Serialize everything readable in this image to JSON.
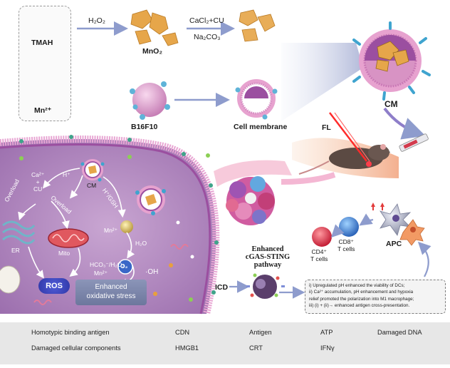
{
  "top": {
    "tmah": "TMAH",
    "mn_ion": "Mn²⁺",
    "h2o2": "H₂O₂",
    "mno2": "MnO₂",
    "cacl2_cu": "CaCl₂+CU",
    "na2co3": "Na₂CO₃",
    "b16f10": "B16F10",
    "cell_membrane": "Cell membrane",
    "cm": "CM",
    "fl": "FL"
  },
  "cell": {
    "h_plus": "H⁺",
    "ca_cu": "Ca²⁺\n+\nCU",
    "overload_left": "Overload",
    "overload_mid": "Overload",
    "cm_inner": "CM",
    "h_gsh": "H⁺/GSH",
    "mn_ion": "Mn²⁺",
    "h2o": "H₂O",
    "o2": "O₂",
    "er": "ER",
    "mito": "Mito",
    "hco3": "HCO₃⁻/H₂O₂",
    "mn2": "Mn²⁺",
    "oh": "·OH",
    "ros": "ROS",
    "enhanced_line1": "Enhanced",
    "enhanced_line2": "oxidative stress"
  },
  "immune": {
    "cd4": "CD4⁺\nT cells",
    "cd8": "CD8⁺\nT cells",
    "apc": "APC",
    "sting_title_1": "Enhanced",
    "sting_title_2": "cGAS-STING",
    "sting_title_3": "pathway",
    "icd": "ICD"
  },
  "notes": [
    "i) Upregulated pH enhanced the viability of DCs;",
    "ii) Ca²⁺ accumulation, pH enhancement and hypoxia",
    "relief promoted the polarization into M1 macrophage;",
    "iii) (i) + (ii)→ enhanced antigen cross-presentation."
  ],
  "legend": {
    "homotypic": "Homotypic binding antigen",
    "damaged_components": "Damaged cellular components",
    "cdn": "CDN",
    "hmgb1": "HMGB1",
    "antigen": "Antigen",
    "crt": "CRT",
    "atp": "ATP",
    "ifn": "IFNγ",
    "damaged_dna": "Damaged DNA"
  },
  "colors": {
    "membrane_pink": "#e7a2cf",
    "membrane_purple": "#9b4fa0",
    "arrow_blue": "#8e9ccd",
    "mno2_orange": "#e6a64a",
    "mn_yellow": "#d8c06a",
    "tmah_red": "#c8263b",
    "ros_blue": "#3a44b8",
    "cell_bg": "#b78bc4",
    "tumor_pink": "#d05ca0"
  }
}
